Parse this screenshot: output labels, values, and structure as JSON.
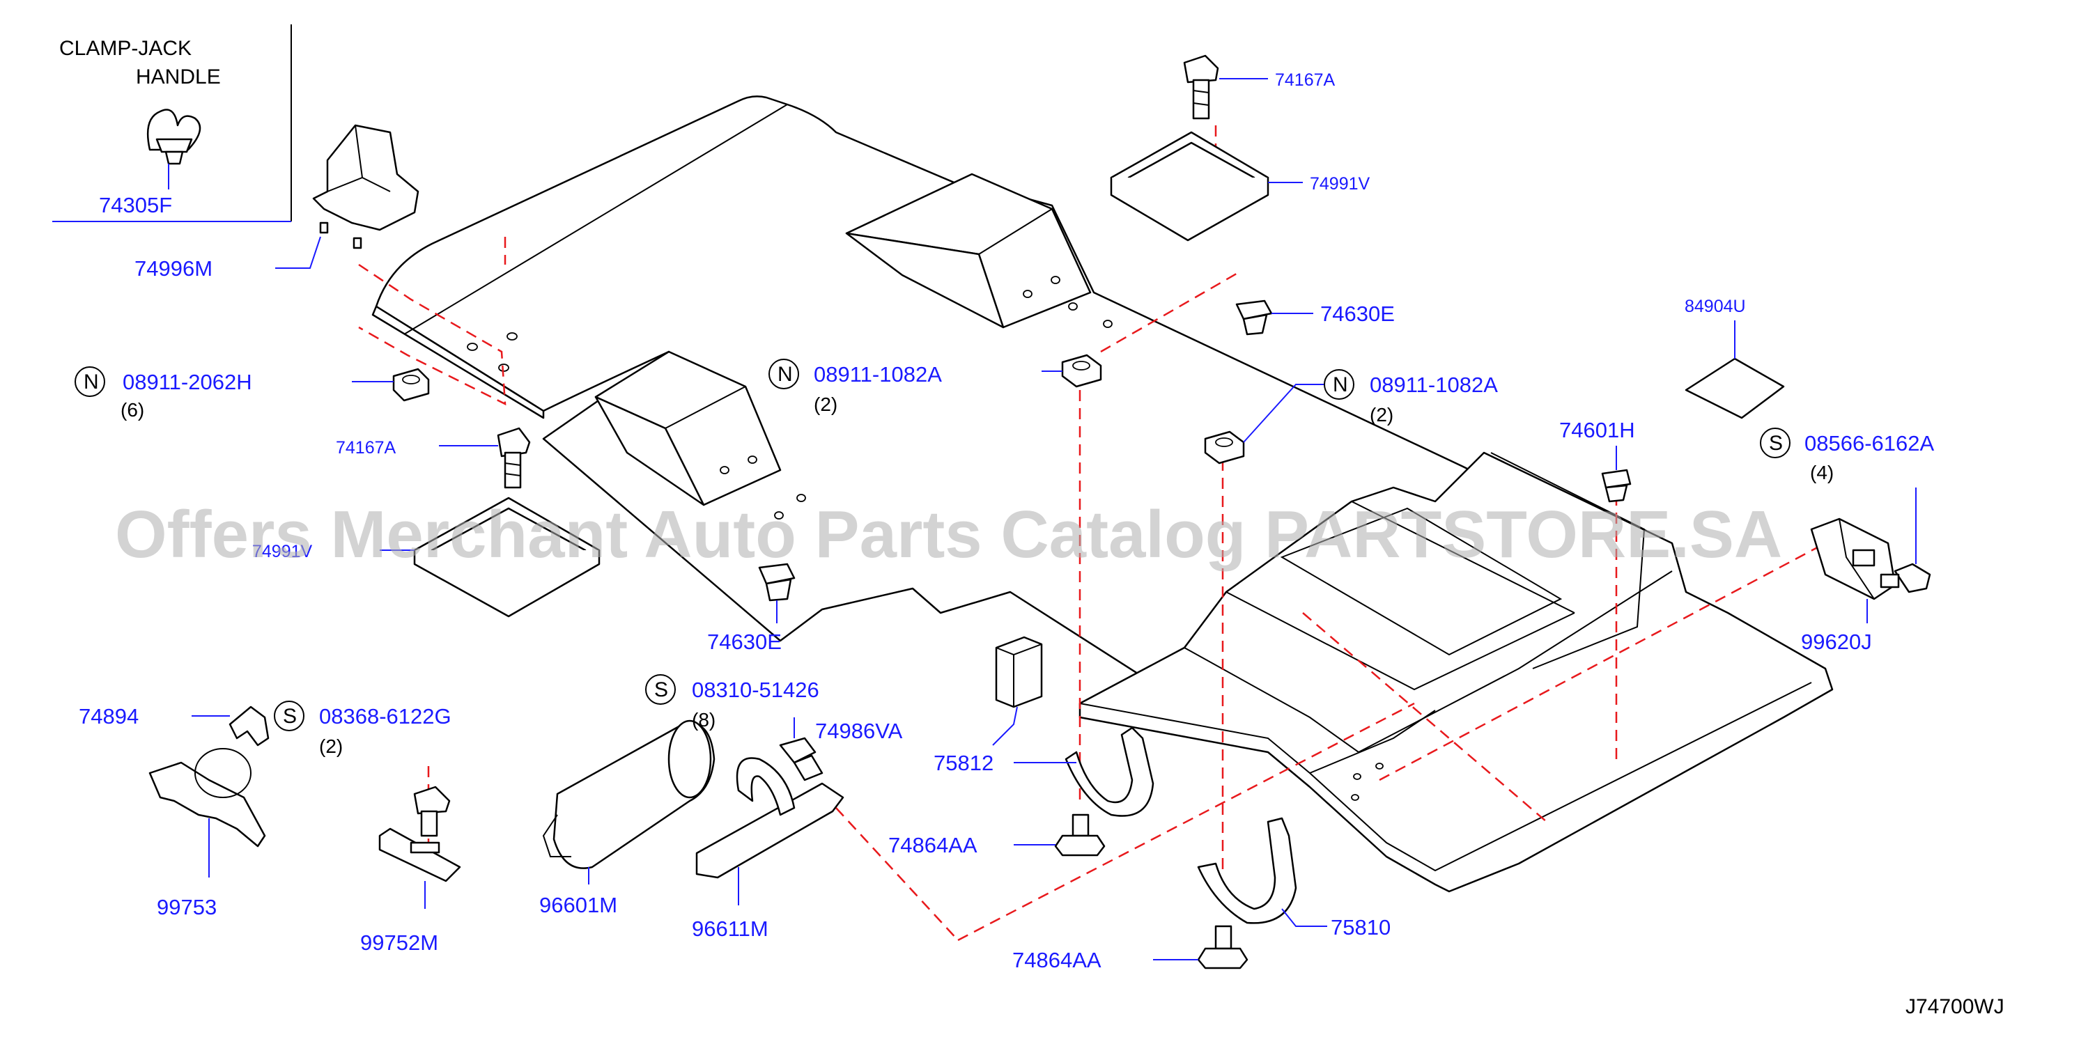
{
  "inset": {
    "title_line1": "CLAMP-JACK",
    "title_line2": "HANDLE",
    "part_number": "74305F"
  },
  "callouts": [
    {
      "number": "74167A"
    },
    {
      "number": "74991V"
    },
    {
      "number": "74630E"
    },
    {
      "number": "84904U"
    },
    {
      "number": "74996M"
    },
    {
      "number": "08911-2062H",
      "prefix": "N",
      "qty": "(6)"
    },
    {
      "number": "08911-1082A",
      "prefix": "N",
      "qty": "(2)"
    },
    {
      "number": "08911-1082A",
      "prefix": "N",
      "qty": "(2)"
    },
    {
      "number": "74601H"
    },
    {
      "number": "08566-6162A",
      "prefix": "S",
      "qty": "(4)"
    },
    {
      "number": "74167A"
    },
    {
      "number": "74991V"
    },
    {
      "number": "74630E"
    },
    {
      "number": "99620J"
    },
    {
      "number": "74894"
    },
    {
      "number": "08368-6122G",
      "prefix": "S",
      "qty": "(2)"
    },
    {
      "number": "08310-51426",
      "prefix": "S",
      "qty": "(8)"
    },
    {
      "number": "74986VA"
    },
    {
      "number": "75812"
    },
    {
      "number": "74864AA"
    },
    {
      "number": "99753"
    },
    {
      "number": "99752M"
    },
    {
      "number": "96601M"
    },
    {
      "number": "96611M"
    },
    {
      "number": "75810"
    },
    {
      "number": "74864AA"
    }
  ],
  "diagram_code": "J74700WJ",
  "watermark": "Offers Merchant Auto Parts Catalog PARTSTORE.SA",
  "colors": {
    "callout_text": "#1a1aff",
    "leader_line": "#1a1aff",
    "dashed_guide": "#e8191c",
    "outline": "#000000"
  }
}
